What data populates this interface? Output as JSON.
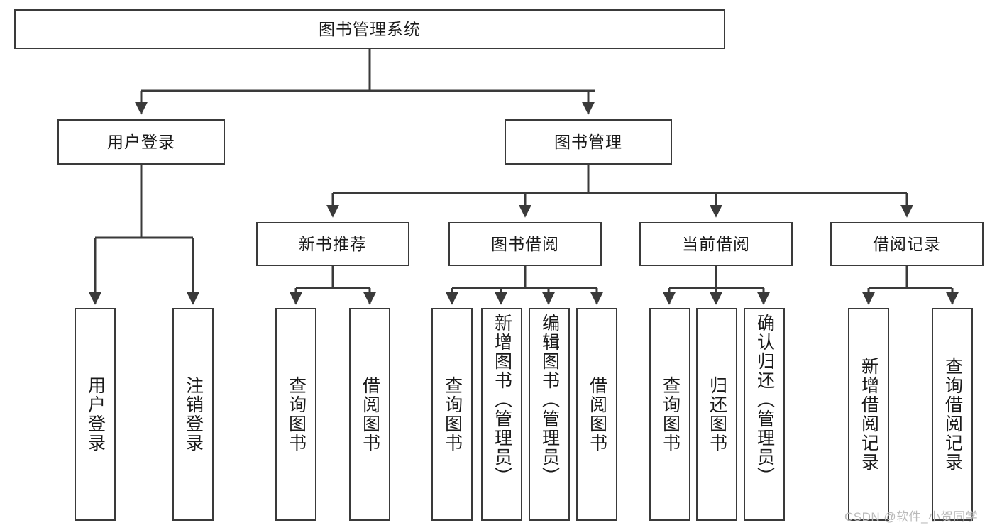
{
  "diagram": {
    "title": "图书管理系统",
    "type": "tree-hierarchy-diagram",
    "root": {
      "id": "root",
      "label": "图书管理系统"
    },
    "level1": [
      {
        "id": "user-login",
        "label": "用户登录"
      },
      {
        "id": "book-manage",
        "label": "图书管理"
      }
    ],
    "level2": [
      {
        "id": "new-book-recommend",
        "label": "新书推荐",
        "parent": "book-manage"
      },
      {
        "id": "book-borrow",
        "label": "图书借阅",
        "parent": "book-manage"
      },
      {
        "id": "current-borrow",
        "label": "当前借阅",
        "parent": "book-manage"
      },
      {
        "id": "borrow-record",
        "label": "借阅记录",
        "parent": "book-manage"
      }
    ],
    "leaves": [
      {
        "id": "leaf-user-login",
        "label": "用户登录",
        "parent": "user-login"
      },
      {
        "id": "leaf-logout-login",
        "label": "注销登录",
        "parent": "user-login"
      },
      {
        "id": "leaf-query-book-1",
        "label": "查询图书",
        "parent": "new-book-recommend"
      },
      {
        "id": "leaf-borrow-book-1",
        "label": "借阅图书",
        "parent": "new-book-recommend"
      },
      {
        "id": "leaf-query-book-2",
        "label": "查询图书",
        "parent": "book-borrow"
      },
      {
        "id": "leaf-add-book",
        "label": "新增图书（管理员）",
        "parent": "book-borrow"
      },
      {
        "id": "leaf-edit-book",
        "label": "编辑图书（管理员）",
        "parent": "book-borrow"
      },
      {
        "id": "leaf-borrow-book-2",
        "label": "借阅图书",
        "parent": "book-borrow"
      },
      {
        "id": "leaf-query-book-3",
        "label": "查询图书",
        "parent": "current-borrow"
      },
      {
        "id": "leaf-return-book",
        "label": "归还图书",
        "parent": "current-borrow"
      },
      {
        "id": "leaf-confirm-return",
        "label": "确认归还（管理员）",
        "parent": "current-borrow"
      },
      {
        "id": "leaf-add-record",
        "label": "新增借阅记录",
        "parent": "borrow-record"
      },
      {
        "id": "leaf-query-record",
        "label": "查询借阅记录",
        "parent": "borrow-record"
      }
    ],
    "colors": {
      "stroke": "#3a3a3a",
      "text": "#1a1a1a",
      "background": "#ffffff",
      "watermark": "#b9b9b9"
    }
  },
  "watermark": {
    "text": "CSDN @软件_小贺同学"
  }
}
